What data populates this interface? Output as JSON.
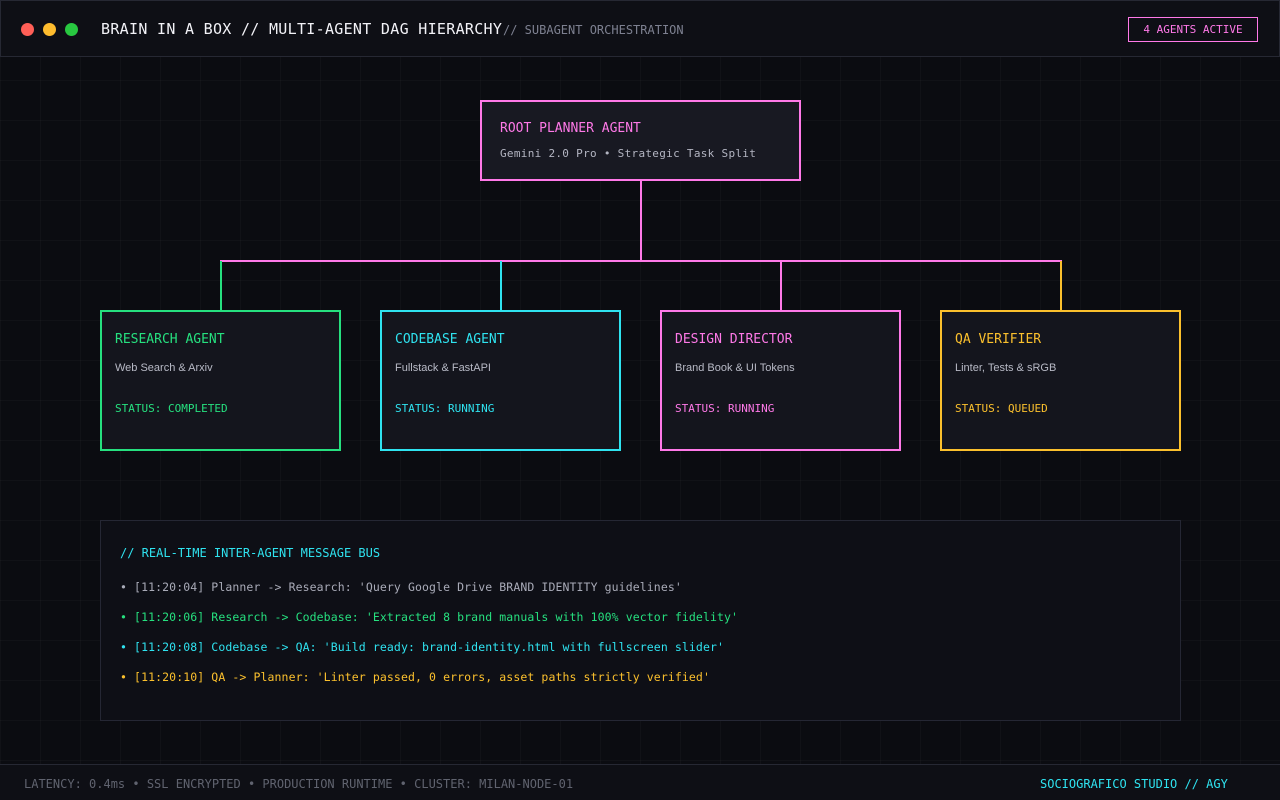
{
  "header": {
    "title": "BRAIN IN A BOX // MULTI-AGENT DAG HIERARCHY",
    "subtitle": "// SUBAGENT ORCHESTRATION",
    "badge": "4 AGENTS ACTIVE",
    "badge_color": "#ff79e8"
  },
  "window_controls": {
    "close_color": "#ff5f57",
    "minimize_color": "#febc2e",
    "maximize_color": "#28c840"
  },
  "root_agent": {
    "title": "ROOT PLANNER AGENT",
    "subtitle": "Gemini 2.0 Pro • Strategic Task Split",
    "color": "#ff79e8"
  },
  "agents": [
    {
      "title": "RESEARCH AGENT",
      "description": "Web Search & Arxiv",
      "status": "STATUS: COMPLETED",
      "color": "#26e07f"
    },
    {
      "title": "CODEBASE AGENT",
      "description": "Fullstack & FastAPI",
      "status": "STATUS: RUNNING",
      "color": "#2fe3f0"
    },
    {
      "title": "DESIGN DIRECTOR",
      "description": "Brand Book & UI Tokens",
      "status": "STATUS: RUNNING",
      "color": "#ff79e8"
    },
    {
      "title": "QA VERIFIER",
      "description": "Linter, Tests & sRGB",
      "status": "STATUS: QUEUED",
      "color": "#fbc02d"
    }
  ],
  "message_bus": {
    "title": "// REAL-TIME INTER-AGENT MESSAGE BUS",
    "messages": [
      {
        "text": "• [11:20:04] Planner -> Research: 'Query Google Drive BRAND IDENTITY guidelines'",
        "color": "#a9abb8"
      },
      {
        "text": "• [11:20:06] Research -> Codebase: 'Extracted 8 brand manuals with 100% vector fidelity'",
        "color": "#26e07f"
      },
      {
        "text": "• [11:20:08] Codebase -> QA: 'Build ready: brand-identity.html with fullscreen slider'",
        "color": "#2fe3f0"
      },
      {
        "text": "• [11:20:10] QA -> Planner: 'Linter passed, 0 errors, asset paths strictly verified'",
        "color": "#fbc02d"
      }
    ]
  },
  "footer": {
    "left": "LATENCY: 0.4ms • SSL ENCRYPTED • PRODUCTION RUNTIME • CLUSTER: MILAN-NODE-01",
    "right": "SOCIOGRAFICO STUDIO // AGY"
  }
}
